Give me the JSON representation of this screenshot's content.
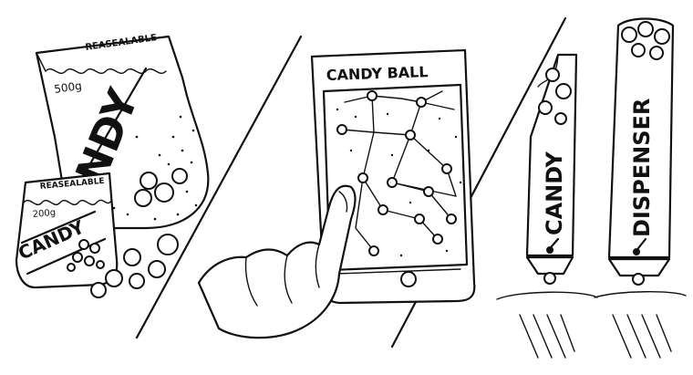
{
  "panels": {
    "bags": {
      "large_bag": {
        "reseal_label": "REASEALABLE",
        "weight": "500g",
        "brand_partial": "NDY"
      },
      "small_bag": {
        "reseal_label": "REASEALABLE",
        "weight": "200g",
        "brand": "CANDY"
      }
    },
    "game": {
      "title": "CANDY BALL"
    },
    "dispensers": {
      "left_tube_text": "CANDY",
      "right_tube_text": "DISPENSER"
    }
  }
}
